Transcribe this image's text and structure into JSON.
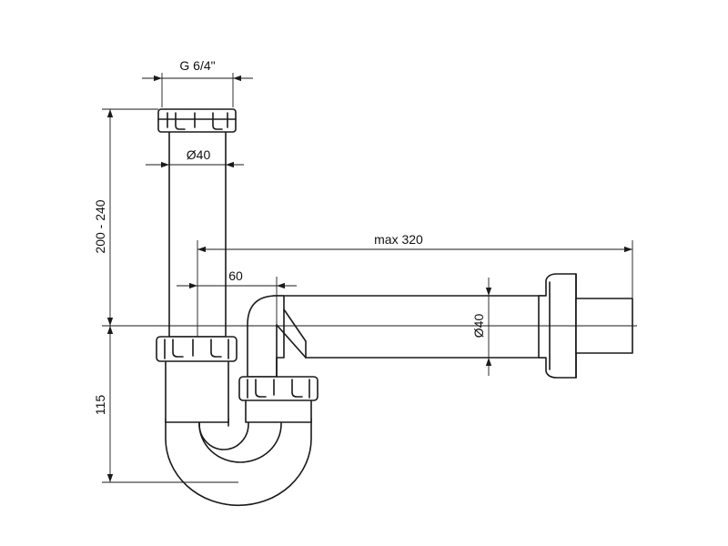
{
  "labels": {
    "thread": "G 6/4\"",
    "top_diameter": "Ø40",
    "height_range": "200 - 240",
    "max_length": "max 320",
    "offset": "60",
    "outlet_diameter": "Ø40",
    "lower_height": "115"
  },
  "colors": {
    "line": "#1a1a1a",
    "background": "#ffffff"
  }
}
